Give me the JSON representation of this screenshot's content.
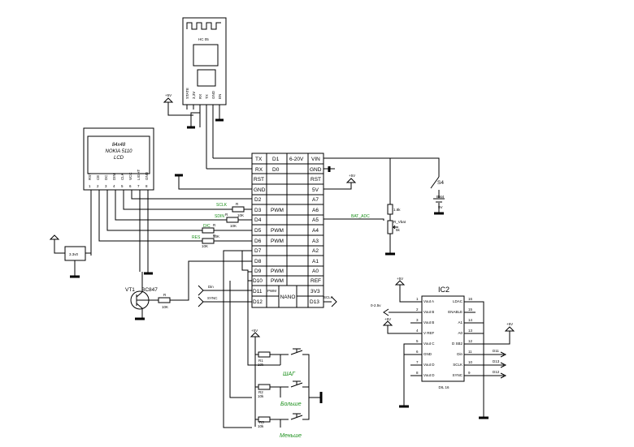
{
  "hc05": {
    "title": "HC 05",
    "pins": [
      "STATE",
      "3,3V",
      "RX",
      "TX",
      "GND",
      "EN"
    ]
  },
  "lcd": {
    "line1": "84x48",
    "line2": "NOKIA 5110",
    "line3": "LCD",
    "pins": [
      "RST",
      "CE",
      "DC",
      "DIN",
      "CLK",
      "VCC",
      "LIGHT",
      "GND"
    ],
    "pin_numbers": [
      "1",
      "2",
      "3",
      "4",
      "5",
      "6",
      "7",
      "8"
    ]
  },
  "nano": {
    "name": "NANO",
    "left_pins": [
      "TX",
      "RX",
      "RST",
      "GND",
      "D2",
      "D3",
      "D4",
      "D5",
      "D6",
      "D7",
      "D8",
      "D9",
      "D10",
      "D11",
      "D12"
    ],
    "mid_pins": [
      "D1",
      "D0",
      "",
      "",
      "",
      "PWM",
      "",
      "PWM",
      "PWM",
      "",
      "",
      "PWM",
      "PWM",
      "PWM",
      ""
    ],
    "mid_right": [
      "6-20V",
      "",
      "",
      "",
      "",
      "",
      "",
      "",
      "",
      "",
      "",
      "",
      "",
      "",
      ""
    ],
    "right_pins": [
      "VIN",
      "GND",
      "RST",
      "5V",
      "A7",
      "A6",
      "A5",
      "A4",
      "A3",
      "A2",
      "A1",
      "A0",
      "REF",
      "3V3",
      "D13"
    ]
  },
  "power": {
    "v5": "+5V",
    "v33": "3.3v0",
    "pot_label": "R_Vbat",
    "pot_value": "5k",
    "r_top_value": "1.8k",
    "switch": "S4",
    "battery": "Bat4",
    "battery_voltage": "9V"
  },
  "signals": {
    "bat_adc": "BAT_ADC",
    "sclk": "SCLK",
    "sdin": "SDIN",
    "dc": "D/C",
    "res": "RES",
    "din": "Din",
    "sync": "SYNC",
    "sclk_right": "SCLK"
  },
  "resistors": {
    "r_label": "R",
    "r_value": "10K",
    "r_value_small": "10k"
  },
  "transistor": {
    "ref": "VT1",
    "part": "BC847"
  },
  "buttons": {
    "r1": "R1",
    "r2": "R2",
    "r3": "R3",
    "r_value": "10k",
    "step": "ШАГ",
    "more": "Больше",
    "less": "Меньше"
  },
  "ic2": {
    "name": "IC2",
    "package": "DIL 16",
    "left_pins": [
      "Vout A",
      "Vout B",
      "Vout B",
      "V REF",
      "Vout C",
      "GND",
      "Vout D",
      "Vout D"
    ],
    "right_pins": [
      "LDAC",
      "ENABLE",
      "A1",
      "A0",
      "D SB2",
      "Din",
      "SCLK",
      "SYNC"
    ],
    "left_numbers": [
      "1",
      "2",
      "3",
      "4",
      "5",
      "6",
      "7",
      "8"
    ],
    "right_numbers": [
      "16",
      "15",
      "14",
      "13",
      "12",
      "11",
      "10",
      "9"
    ],
    "out_label": "0-2.5v",
    "d11": "D11",
    "d13": "D13",
    "d12": "D12"
  }
}
